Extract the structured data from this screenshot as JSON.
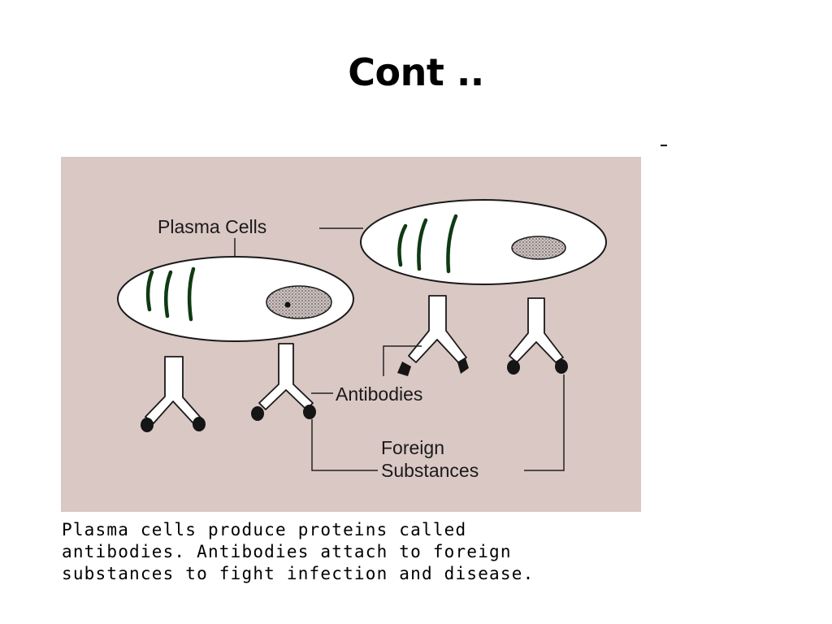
{
  "title": "Cont ..",
  "diagram": {
    "labels": {
      "plasma_cells": "Plasma Cells",
      "antibodies": "Antibodies",
      "foreign_line1": "Foreign",
      "foreign_line2": "Substances"
    },
    "colors": {
      "panel_background": "#dac8c4",
      "cell_fill": "#ffffff",
      "outline": "#1a1a1a",
      "granules": "#0f3a12",
      "nucleus_fill": "#c8c0bf"
    }
  },
  "caption": [
    "Plasma cells produce proteins called",
    "antibodies. Antibodies attach to foreign",
    "substances to fight infection and disease."
  ]
}
